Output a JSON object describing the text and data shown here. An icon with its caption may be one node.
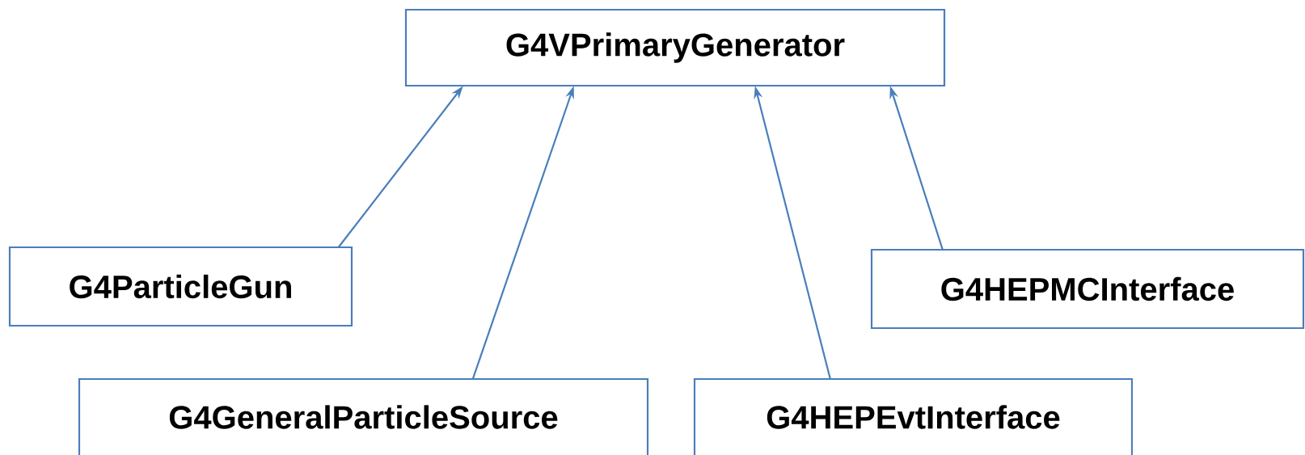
{
  "diagram": {
    "nodes": [
      {
        "text": [
          "G4VPrimaryGenerator"
        ]
      },
      {
        "text": [
          "G4ParticleGun"
        ]
      },
      {
        "text": [
          "G4GeneralParticleSource"
        ]
      },
      {
        "text": [
          "G4HEPEvtInterface"
        ]
      },
      {
        "text": [
          "G4HEPMCInterface"
        ]
      }
    ],
    "edges": [
      {
        "from": 1,
        "to": 0,
        "arrow": "to"
      },
      {
        "from": 2,
        "to": 0,
        "arrow": "to"
      },
      {
        "from": 3,
        "to": 0,
        "arrow": "to"
      },
      {
        "from": 4,
        "to": 0,
        "arrow": "to"
      }
    ]
  }
}
